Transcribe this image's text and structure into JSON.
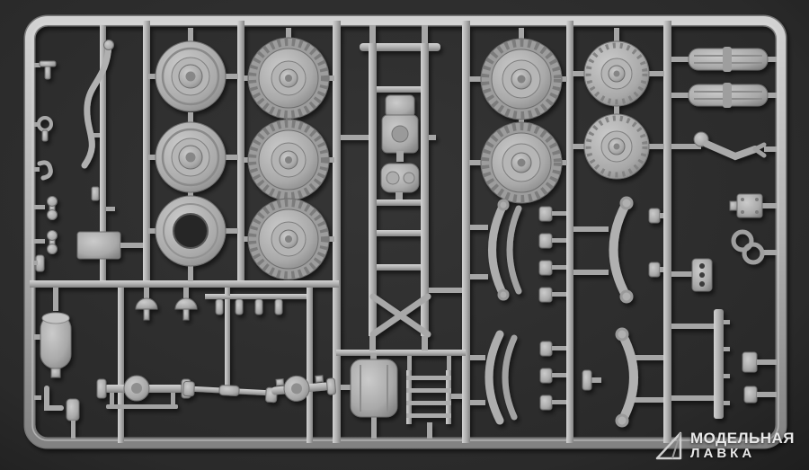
{
  "scene": {
    "description": "Grey injection-moulded plastic sprue of truck model-kit parts photographed on a dark backdrop",
    "background": "#2a2a2a"
  },
  "colors": {
    "background": "#2a2a2a",
    "background-center": "#353535",
    "sprue-light": "#d4d4d4",
    "sprue-base": "#b0b0b0",
    "sprue-shadow": "#7d7d7d",
    "hole-dark": "#262626",
    "watermark-text": "#e8e8e8",
    "watermark-logo": "#cfcfcf"
  },
  "watermark": {
    "line1": "МОДЕЛЬНАЯ",
    "line2": "ЛАВКА"
  },
  "parts": [
    {
      "name": "road-wheel",
      "count": 2
    },
    {
      "name": "tyre-ring",
      "count": 1
    },
    {
      "name": "treaded-tyre-medium",
      "count": 3
    },
    {
      "name": "treaded-tyre-large",
      "count": 2
    },
    {
      "name": "treaded-tyre-small",
      "count": 2
    },
    {
      "name": "chassis-ladder-frame",
      "count": 1
    },
    {
      "name": "engine-block",
      "count": 1
    },
    {
      "name": "transfer-case",
      "count": 1
    },
    {
      "name": "fuel-tank",
      "count": 1
    },
    {
      "name": "ladder-rack",
      "count": 1
    },
    {
      "name": "leaf-spring",
      "count": 6
    },
    {
      "name": "leaf-spring-stack",
      "count": 2
    },
    {
      "name": "front-axle",
      "count": 1
    },
    {
      "name": "rear-axle",
      "count": 1
    },
    {
      "name": "drive-shaft",
      "count": 1
    },
    {
      "name": "air-tank",
      "count": 1
    },
    {
      "name": "exhaust-pipe",
      "count": 1
    }
  ]
}
